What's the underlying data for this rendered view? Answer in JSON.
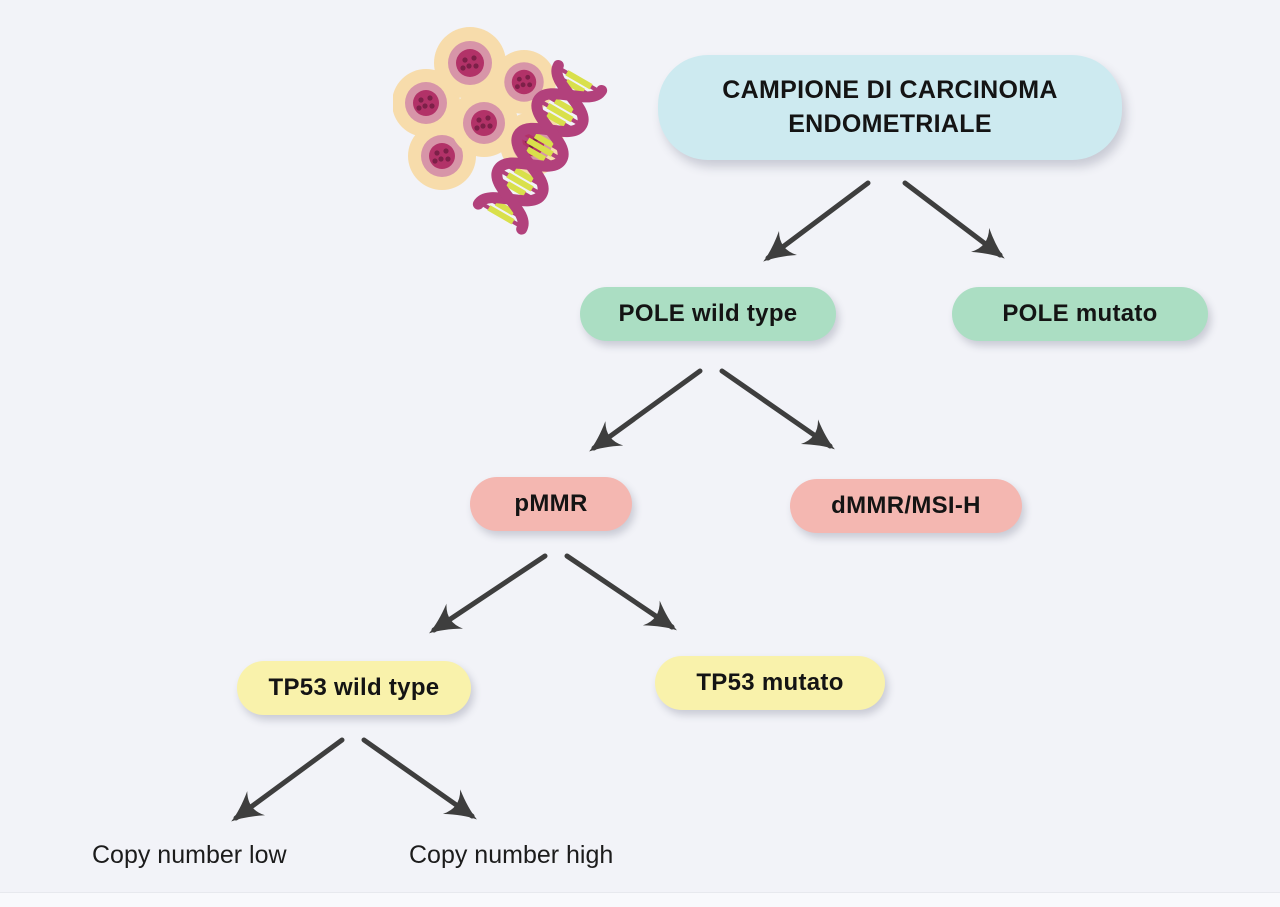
{
  "diagram_title": "Endometrial carcinoma molecular classification flowchart",
  "colors": {
    "background": "#f2f3f8",
    "arrow": "#3e3e3e",
    "node_text": "#141414"
  },
  "nodes": {
    "root": {
      "label": "CAMPIONE DI CARCINOMA ENDOMETRIALE",
      "fill": "#cdeaf0"
    },
    "pole_wild_type": {
      "label": "POLE wild type",
      "fill": "#abdec3"
    },
    "pole_mutato": {
      "label": "POLE mutato",
      "fill": "#abdec3"
    },
    "pmmr": {
      "label": "pMMR",
      "fill": "#f4b7b1"
    },
    "dmmr_msih": {
      "label": "dMMR/MSI-H",
      "fill": "#f4b7b1"
    },
    "tp53_wild_type": {
      "label": "TP53 wild type",
      "fill": "#f9f2ab"
    },
    "tp53_mutato": {
      "label": "TP53 mutato",
      "fill": "#f9f2ab"
    },
    "copy_number_low": {
      "label": "Copy number low"
    },
    "copy_number_high": {
      "label": "Copy number high"
    }
  },
  "edges": [
    {
      "from": "root",
      "to": "pole_wild_type"
    },
    {
      "from": "root",
      "to": "pole_mutato"
    },
    {
      "from": "pole_wild_type",
      "to": "pmmr"
    },
    {
      "from": "pole_wild_type",
      "to": "dmmr_msih"
    },
    {
      "from": "pmmr",
      "to": "tp53_wild_type"
    },
    {
      "from": "pmmr",
      "to": "tp53_mutato"
    },
    {
      "from": "tp53_wild_type",
      "to": "copy_number_low"
    },
    {
      "from": "tp53_wild_type",
      "to": "copy_number_high"
    }
  ],
  "illustration": {
    "name": "tumor-cells-and-dna",
    "cell_outer": "#f7dcab",
    "cell_cytoplasm": "#d795a8",
    "cell_nucleus": "#b23268",
    "cell_dots": "#7c2048",
    "dna_strand": "#b2417c",
    "dna_rung": "#d9e04b"
  }
}
